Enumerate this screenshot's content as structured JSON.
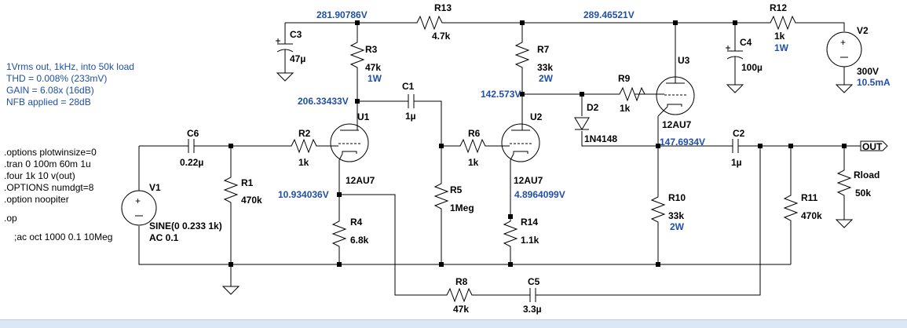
{
  "notes": {
    "lines": [
      "1Vrms out, 1kHz, into 50k load",
      "THD = 0.008% (233mV)",
      "GAIN = 6.08x (16dB)",
      "NFB applied = 28dB"
    ]
  },
  "directives": {
    "lines": [
      ".options plotwinsize=0",
      ".tran 0 100m 60m 1u",
      ".four 1k 10 v(out)",
      ".OPTIONS numdgt=8",
      ".option noopiter"
    ],
    "op": ".op",
    "ac_comment": ";ac oct 1000 0.1 10Meg"
  },
  "voltages": {
    "n1": "281.90786V",
    "n2": "289.46521V",
    "n3": "206.33433V",
    "n4": "142.573V",
    "n5": "147.6934V",
    "n6": "10.934036V",
    "n7": "4.8964099V"
  },
  "components": {
    "C3": {
      "name": "C3",
      "value": "47µ"
    },
    "R3": {
      "name": "R3",
      "value": "47k",
      "power": "1W"
    },
    "R13": {
      "name": "R13",
      "value": "4.7k"
    },
    "R7": {
      "name": "R7",
      "value": "33k",
      "power": "2W"
    },
    "U3": {
      "name": "U3",
      "model": "12AU7"
    },
    "C4": {
      "name": "C4",
      "value": "100µ"
    },
    "R12": {
      "name": "R12",
      "value": "1k",
      "power": "1W"
    },
    "V2": {
      "name": "V2",
      "value": "300V",
      "current": "10.5mA"
    },
    "C1": {
      "name": "C1",
      "value": "1µ"
    },
    "U1": {
      "name": "U1",
      "model": "12AU7"
    },
    "U2": {
      "name": "U2",
      "model": "12AU7"
    },
    "R9": {
      "name": "R9",
      "value": "1k"
    },
    "D2": {
      "name": "D2",
      "model": "1N4148"
    },
    "C6": {
      "name": "C6",
      "value": "0.22µ"
    },
    "R1": {
      "name": "R1",
      "value": "470k"
    },
    "R2": {
      "name": "R2",
      "value": "1k"
    },
    "R6": {
      "name": "R6",
      "value": "1k"
    },
    "R5": {
      "name": "R5",
      "value": "1Meg"
    },
    "V1": {
      "name": "V1",
      "source": "SINE(0 0.233 1k)",
      "ac": "AC 0.1"
    },
    "R4": {
      "name": "R4",
      "value": "6.8k"
    },
    "R14": {
      "name": "R14",
      "value": "1.1k"
    },
    "R10": {
      "name": "R10",
      "value": "33k",
      "power": "2W"
    },
    "C2": {
      "name": "C2",
      "value": "1µ"
    },
    "R11": {
      "name": "R11",
      "value": "470k"
    },
    "Rload": {
      "name": "Rload",
      "value": "50k"
    },
    "R8": {
      "name": "R8",
      "value": "47k"
    },
    "C5": {
      "name": "C5",
      "value": "3.3µ"
    }
  },
  "out_label": "OUT"
}
